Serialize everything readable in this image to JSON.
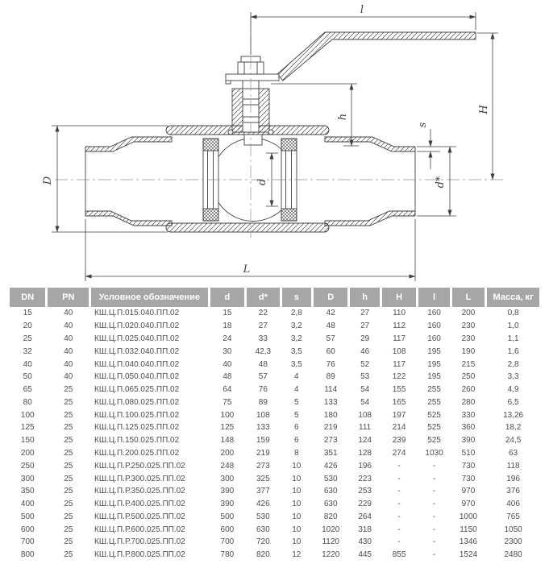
{
  "drawing": {
    "title": "ball-valve-section-drawing",
    "labels": {
      "handle_length": "l",
      "total_height": "H",
      "stem_height": "h",
      "wall_thickness": "s",
      "bore": "d",
      "pipe_diameter": "d*",
      "body_diameter": "D",
      "overall_length": "L"
    }
  },
  "table": {
    "headers": [
      "DN",
      "PN",
      "Условное обозначение",
      "d",
      "d*",
      "s",
      "D",
      "h",
      "H",
      "l",
      "L",
      "Масса, кг"
    ],
    "rows": [
      [
        "15",
        "40",
        "КШ.Ц.П.015.040.ПП.02",
        "15",
        "22",
        "2,8",
        "42",
        "27",
        "110",
        "160",
        "200",
        "0,8"
      ],
      [
        "20",
        "40",
        "КШ.Ц.П.020.040.ПП.02",
        "18",
        "27",
        "3,2",
        "48",
        "27",
        "112",
        "160",
        "230",
        "1,0"
      ],
      [
        "25",
        "40",
        "КШ.Ц.П.025.040.ПП.02",
        "24",
        "33",
        "3,2",
        "57",
        "29",
        "117",
        "160",
        "230",
        "1,1"
      ],
      [
        "32",
        "40",
        "КШ.Ц.П.032.040.ПП.02",
        "30",
        "42,3",
        "3,5",
        "60",
        "46",
        "108",
        "195",
        "190",
        "1,6"
      ],
      [
        "40",
        "40",
        "КШ.Ц.П.040.040.ПП.02",
        "40",
        "48",
        "3,5",
        "76",
        "52",
        "117",
        "195",
        "215",
        "2,8"
      ],
      [
        "50",
        "40",
        "КШ.Ц.П.050.040.ПП.02",
        "48",
        "57",
        "4",
        "89",
        "53",
        "122",
        "195",
        "250",
        "3,3"
      ],
      [
        "65",
        "25",
        "КШ.Ц.П.065.025.ПП.02",
        "64",
        "76",
        "4",
        "114",
        "54",
        "155",
        "255",
        "260",
        "4,9"
      ],
      [
        "80",
        "25",
        "КШ.Ц.П.080.025.ПП.02",
        "75",
        "89",
        "5",
        "133",
        "54",
        "165",
        "255",
        "280",
        "6,5"
      ],
      [
        "100",
        "25",
        "КШ.Ц.П.100.025.ПП.02",
        "100",
        "108",
        "5",
        "180",
        "108",
        "197",
        "525",
        "330",
        "13,26"
      ],
      [
        "125",
        "25",
        "КШ.Ц.П.125.025.ПП.02",
        "125",
        "133",
        "6",
        "219",
        "111",
        "214",
        "525",
        "360",
        "18,2"
      ],
      [
        "150",
        "25",
        "КШ.Ц.П.150.025.ПП.02",
        "148",
        "159",
        "6",
        "273",
        "124",
        "239",
        "525",
        "390",
        "24,5"
      ],
      [
        "200",
        "25",
        "КШ.Ц.П.200.025.ПП.02",
        "200",
        "219",
        "8",
        "351",
        "128",
        "274",
        "1030",
        "510",
        "63"
      ],
      [
        "250",
        "25",
        "КШ.Ц.П.Р.250.025.ПП.02",
        "248",
        "273",
        "10",
        "426",
        "196",
        "-",
        "-",
        "730",
        "118"
      ],
      [
        "300",
        "25",
        "КШ.Ц.П.Р.300.025.ПП.02",
        "300",
        "325",
        "10",
        "530",
        "223",
        "-",
        "-",
        "730",
        "196"
      ],
      [
        "350",
        "25",
        "КШ.Ц.П.Р.350.025.ПП.02",
        "390",
        "377",
        "10",
        "630",
        "253",
        "-",
        "-",
        "970",
        "376"
      ],
      [
        "400",
        "25",
        "КШ.Ц.П.Р.400.025.ПП.02",
        "390",
        "426",
        "10",
        "630",
        "229",
        "-",
        "-",
        "970",
        "406"
      ],
      [
        "500",
        "25",
        "КШ.Ц.П.Р.500.025.ПП.02",
        "500",
        "530",
        "10",
        "820",
        "264",
        "-",
        "-",
        "1000",
        "765"
      ],
      [
        "600",
        "25",
        "КШ.Ц.П.Р.600.025.ПП.02",
        "600",
        "630",
        "10",
        "1020",
        "318",
        "-",
        "-",
        "1150",
        "1050"
      ],
      [
        "700",
        "25",
        "КШ.Ц.П.Р.700.025.ПП.02",
        "700",
        "720",
        "10",
        "1120",
        "430",
        "-",
        "-",
        "1346",
        "2300"
      ],
      [
        "800",
        "25",
        "КШ.Ц.П.Р.800.025.ПП.02",
        "780",
        "820",
        "12",
        "1220",
        "445",
        "855",
        "-",
        "1524",
        "2480"
      ]
    ]
  },
  "colors": {
    "header_bg": "#a6a6a6",
    "header_text": "#ffffff",
    "row_text": "#4d4d4d",
    "line": "#3f3f3f"
  }
}
